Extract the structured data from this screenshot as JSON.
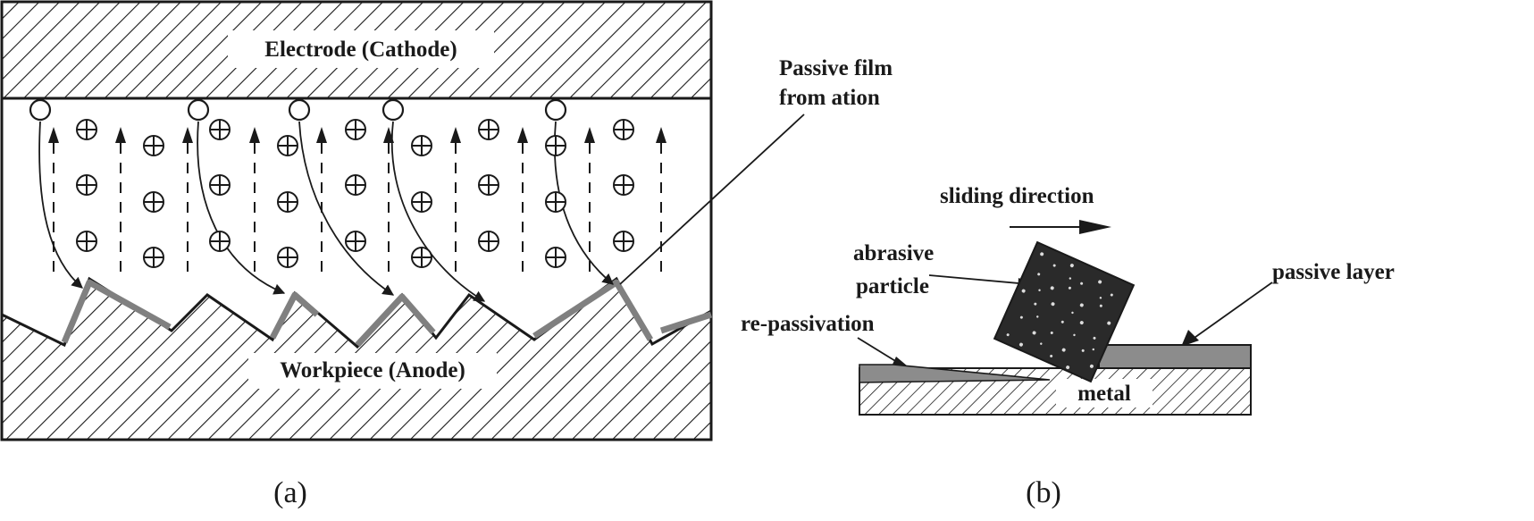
{
  "panel_a": {
    "electrode_label": "Electrode (Cathode)",
    "workpiece_label": "Workpiece (Anode)",
    "film_label_line1": "Passive film",
    "film_label_line2": "from ation",
    "caption": "(a)"
  },
  "panel_b": {
    "sliding_label": "sliding direction",
    "abrasive_line1": "abrasive",
    "abrasive_line2": "particle",
    "passive_layer_label": "passive layer",
    "repassivation_label": "re-passivation",
    "metal_label": "metal",
    "caption": "(b)"
  },
  "colors": {
    "ink": "#1a1a1a",
    "film": "#808080",
    "layer": "#8c8c8c",
    "background": "#ffffff"
  }
}
